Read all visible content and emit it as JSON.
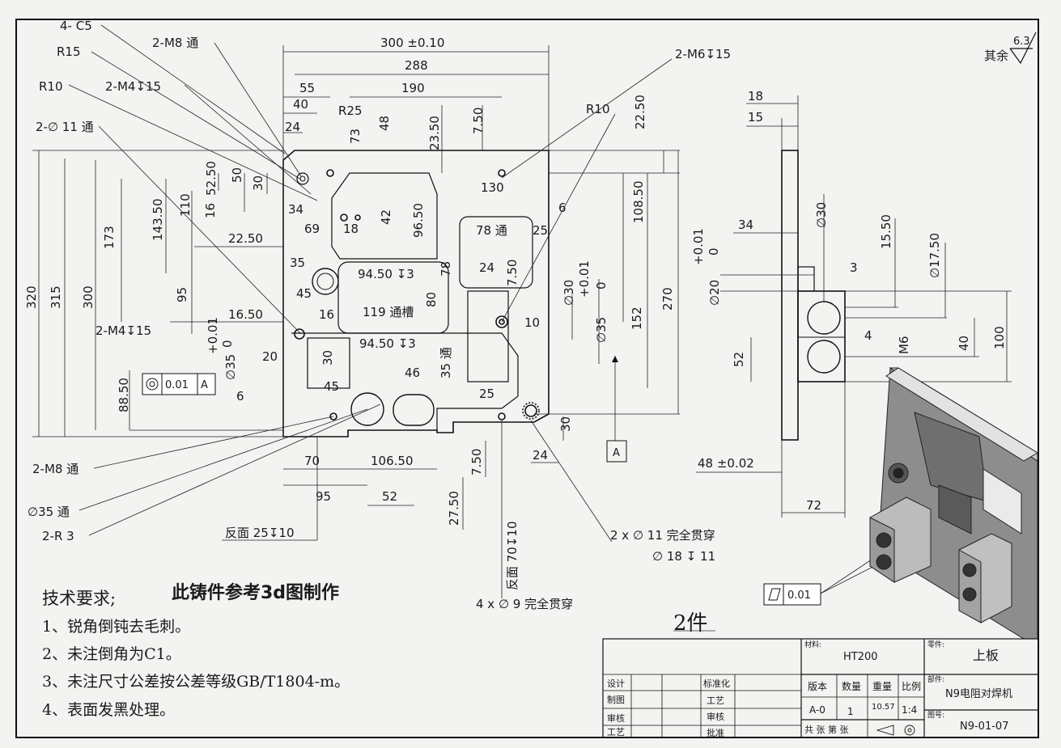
{
  "surface_roughness": {
    "label": "其余",
    "value": "6.3"
  },
  "front_view_dims": {
    "top": [
      "300 ±0.10",
      "288",
      "190",
      "55",
      "40",
      "24",
      "R25",
      "73",
      "48",
      "23.50",
      "7.50",
      "22.50",
      "130",
      "108.50"
    ],
    "left": [
      "4- C5",
      "2-M8 通",
      "R15",
      "2-M4↧15",
      "R10",
      "2-∅ 11 通",
      "52.50",
      "50",
      "30",
      "16",
      "34",
      "69",
      "18",
      "42",
      "96.50",
      "22.50",
      "143.50",
      "110",
      "173",
      "320",
      "315",
      "300",
      "95",
      "35",
      "45",
      "16.50",
      "16",
      "2-M4↧15",
      "+0.01",
      "0",
      "20",
      "30",
      "∅35",
      "6",
      "88.50",
      "45"
    ],
    "centre": [
      "78 通",
      "25",
      "6",
      "94.50 ↧3",
      "78",
      "80",
      "24",
      "7.50",
      "119 通槽",
      "94.50 ↧3",
      "35 通",
      "46",
      "25",
      "10",
      "R10",
      "2-M6↧15"
    ],
    "right": [
      "∅30",
      "+0.01",
      "0",
      "∅35",
      "152",
      "270",
      "30",
      "24"
    ],
    "bottom": [
      "2-M8 通",
      "70",
      "106.50",
      "7.50",
      "95",
      "52",
      "27.50",
      "∅35 通",
      "2-R 3",
      "反面 25↧10",
      "反面 70↧10",
      "4 x ∅ 9 完全贯穿",
      "2 x ∅ 11 完全贯穿",
      "∅ 18 ↧ 11"
    ]
  },
  "side_view_dims": [
    "18",
    "15",
    "34",
    "∅30",
    "+0.01",
    "0",
    "∅20",
    "15.50",
    "∅17.50",
    "3",
    "4",
    "M6",
    "40",
    "100",
    "52",
    "48 ±0.02",
    "72"
  ],
  "gdt": {
    "coaxial": "0.01",
    "datum_ref": "A",
    "datum": "A",
    "flatness": "0.01"
  },
  "annotation_3d": "此铸件参考3d图制作",
  "tech_requirements": {
    "title": "技术要求;",
    "items": [
      "1、锐角倒钝去毛刺。",
      "2、未注倒角为C1。",
      "3、未注尺寸公差按公差等级GB/T1804-m。",
      "4、表面发黑处理。"
    ]
  },
  "handwriting": "2件",
  "title_block": {
    "material_label": "材料:",
    "material": "HT200",
    "part_label": "零件:",
    "part_name": "上板",
    "assembly_label": "部件:",
    "assembly": "N9电阻对焊机",
    "drawing_no_label": "图号:",
    "drawing_no": "N9-01-07",
    "col_headers": [
      "版本",
      "数量",
      "重量",
      "比例"
    ],
    "col_values": [
      "A-0",
      "1",
      "10.57",
      "1:4"
    ],
    "sheet": "共 张 第 张",
    "roles_left": [
      "设计",
      "制图",
      "审核",
      "工艺"
    ],
    "roles_right": [
      "标准化",
      "工艺",
      "审核",
      "批准"
    ]
  }
}
